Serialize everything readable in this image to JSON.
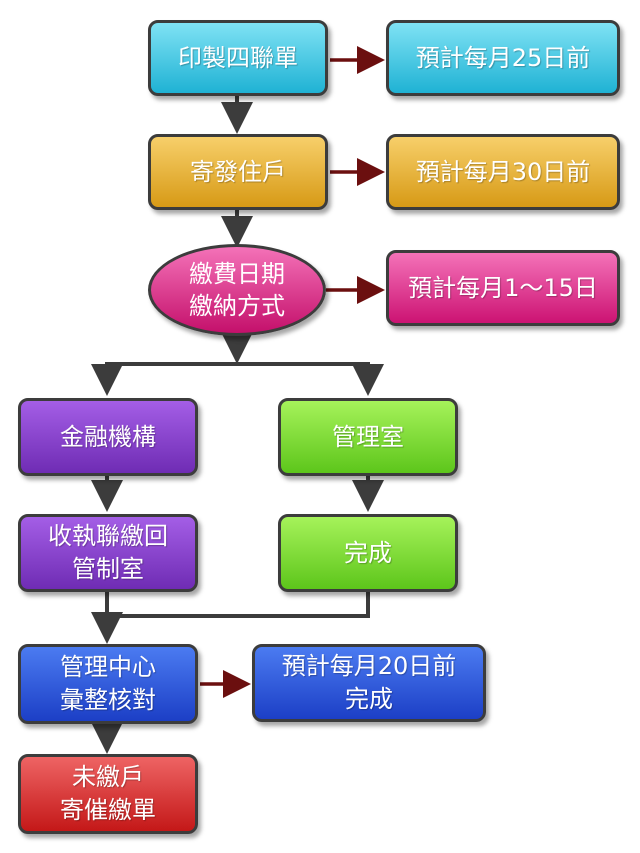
{
  "nodes": {
    "print": "印製四聯單",
    "print_note": "預計每月25日前",
    "mail": "寄發住戶",
    "mail_note": "預計每月30日前",
    "pay_line1": "繳費日期",
    "pay_line2": "繳納方式",
    "pay_note": "預計每月1～15日",
    "bank": "金融機構",
    "office": "管理室",
    "receipt_line1": "收執聯繳回",
    "receipt_line2": "管制室",
    "done": "完成",
    "center_line1": "管理中心",
    "center_line2": "彙整核對",
    "center_note_line1": "預計每月20日前",
    "center_note_line2": "完成",
    "unpaid_line1": "未繳戶",
    "unpaid_line2": "寄催繳單"
  },
  "colors": {
    "connector": "#3c3c3c",
    "side_arrow": "#6b0f0f"
  }
}
